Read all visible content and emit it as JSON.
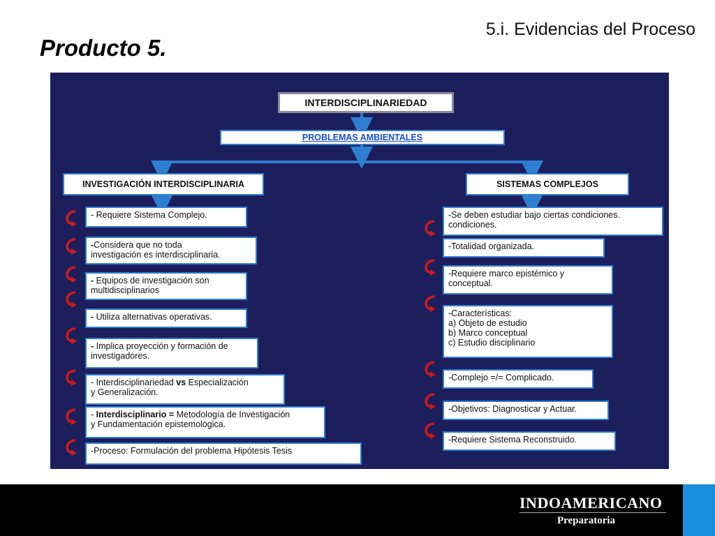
{
  "header": {
    "subtitle": "5.i. Evidencias del Proceso",
    "title": "Producto 5."
  },
  "diagram": {
    "root": "INTERDISCIPLINARIEDAD",
    "level2": "PROBLEMAS AMBIENTALES",
    "left_branch": "INVESTIGACIÓN INTERDISCIPLINARIA",
    "right_branch": "SISTEMAS COMPLEJOS",
    "left_items": [
      {
        "pre": "",
        "bold": "",
        "rest": "- Requiere Sistema Complejo."
      },
      {
        "pre": "",
        "bold": "-",
        "rest": "Considera que no toda\ninvestigación es interdisciplinaria."
      },
      {
        "pre": "",
        "bold": "-",
        "rest": " Equipos de investigación son\nmultidisciplinarios"
      },
      {
        "pre": "",
        "bold": "-",
        "rest": " Utiliza alternativas operativas."
      },
      {
        "pre": "",
        "bold": "-",
        "rest": " Implica proyección y formación de\ninvestigadores."
      },
      {
        "pre": "- Interdisciplinariedad ",
        "bold": "vs",
        "rest": " Especialización\ny Generalización."
      },
      {
        "pre": "- ",
        "bold": "Interdisciplinario =",
        "rest": " Metodología de Investigación\ny Fundamentación epistemológica."
      },
      {
        "pre": "",
        "bold": "",
        "rest": "-Proceso: Formulación del problema      Hipótesis  Tesis"
      }
    ],
    "right_items": [
      "-Se deben estudiar bajo ciertas condiciones.\ncondiciones.",
      "-Totalidad organizada.",
      "-Requiere marco epistémico y\nconceptual.",
      "-Características:\na) Objeto de estudio\nb) Marco conceptual\nc) Estudio disciplinario",
      "-Complejo =/= Complicado.",
      "-Objetivos: Diagnosticar y Actuar.",
      "-Requiere Sistema Reconstruido."
    ]
  },
  "footer": {
    "logo_main": "INDOAMERICANO",
    "logo_sub": "Preparatoria"
  },
  "colors": {
    "panel": "#1c1f5c",
    "connector": "#2f7fd1",
    "curl_arrow": "#d11a1a",
    "footer": "#000000",
    "footer_stripe": "#1a8fe0"
  },
  "icons": {
    "curl": "curved-red-arrow-icon"
  }
}
